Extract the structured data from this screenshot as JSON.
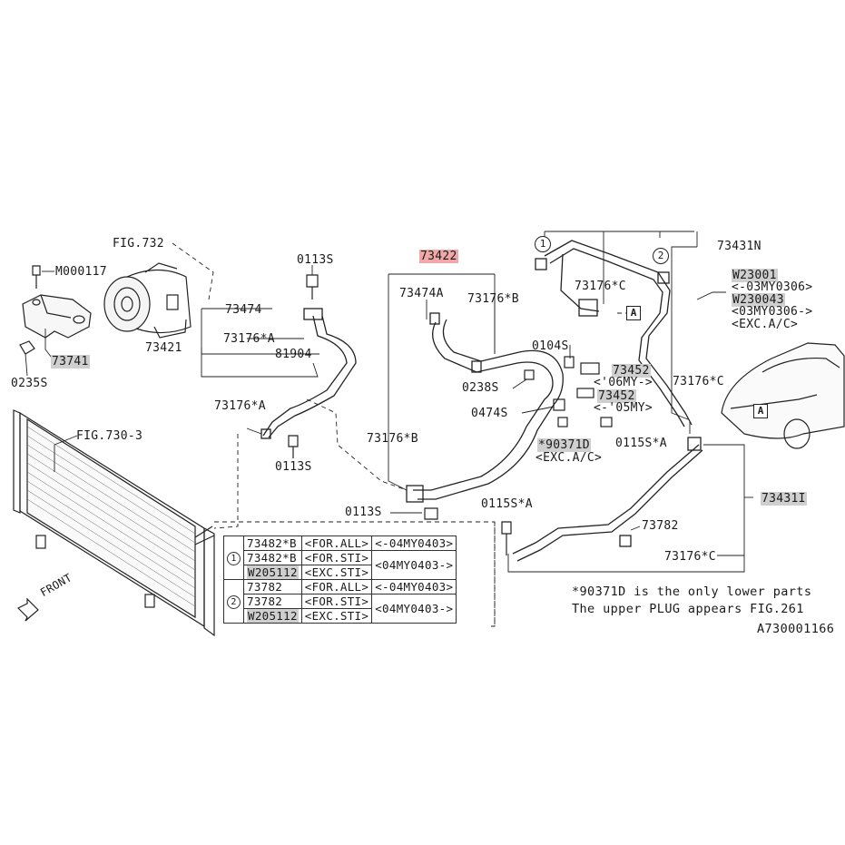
{
  "labels": {
    "fig732": "FIG.732",
    "m000117": "M000117",
    "p73741": "73741",
    "p0235s": "0235S",
    "fig730_3": "FIG.730-3",
    "p73474": "73474",
    "p73176a_1": "73176*A",
    "p81904": "81904",
    "p73421": "73421",
    "p73176a_2": "73176*A",
    "p0113s_top": "0113S",
    "p0113s_mid": "0113S",
    "p0113s_bot": "0113S",
    "p73422": "73422",
    "p73474a": "73474A",
    "p73176b_1": "73176*B",
    "p0238s": "0238S",
    "p0104s": "0104S",
    "p0474s": "0474S",
    "p73176b_2": "73176*B",
    "p90371": "*90371D",
    "exc_ac": "<EXC.A/C>",
    "p73452_1": "73452",
    "mod_06my": "<'06MY->",
    "p73452_2": "73452",
    "mod_05my": "<-'05MY>",
    "p73176c_1": "73176*C",
    "p73176c_2": "73176*C",
    "p73176c_3": "73176*C",
    "p73431n": "73431N",
    "w23001": "W23001",
    "mod_03my0306": "<-03MY0306>",
    "w230043": "W230043",
    "mod_03my0306b": "<03MY0306->",
    "exc_ac2": "<EXC.A/C>",
    "p0115sa_1": "0115S*A",
    "p0115sa_2": "0115S*A",
    "p73431i": "73431I",
    "p73782": "73782",
    "front": "FRONT",
    "circle1": "1",
    "circle2": "2",
    "box_a": "A"
  },
  "table": {
    "rows": [
      {
        "circle": "",
        "part": "73482*B",
        "applic": "<FOR.ALL>",
        "model": "<-04MY0403>",
        "highlight": false
      },
      {
        "circle": "1",
        "part": "73482*B",
        "applic": "<FOR.STI>",
        "model": "<04MY0403->",
        "highlight": false
      },
      {
        "circle": "",
        "part": "W205112",
        "applic": "<EXC.STI>",
        "model": "",
        "highlight": true
      },
      {
        "circle": "",
        "part": "73782",
        "applic": "<FOR.ALL>",
        "model": "<-04MY0403>",
        "highlight": false
      },
      {
        "circle": "2",
        "part": "73782",
        "applic": "<FOR.STI>",
        "model": "<04MY0403->",
        "highlight": false
      },
      {
        "circle": "",
        "part": "W205112",
        "applic": "<EXC.STI>",
        "model": "",
        "highlight": true
      }
    ]
  },
  "note": {
    "line1": "*90371D is the only lower parts",
    "line2": "The upper PLUG appears FIG.261",
    "figure_id": "A730001166"
  }
}
